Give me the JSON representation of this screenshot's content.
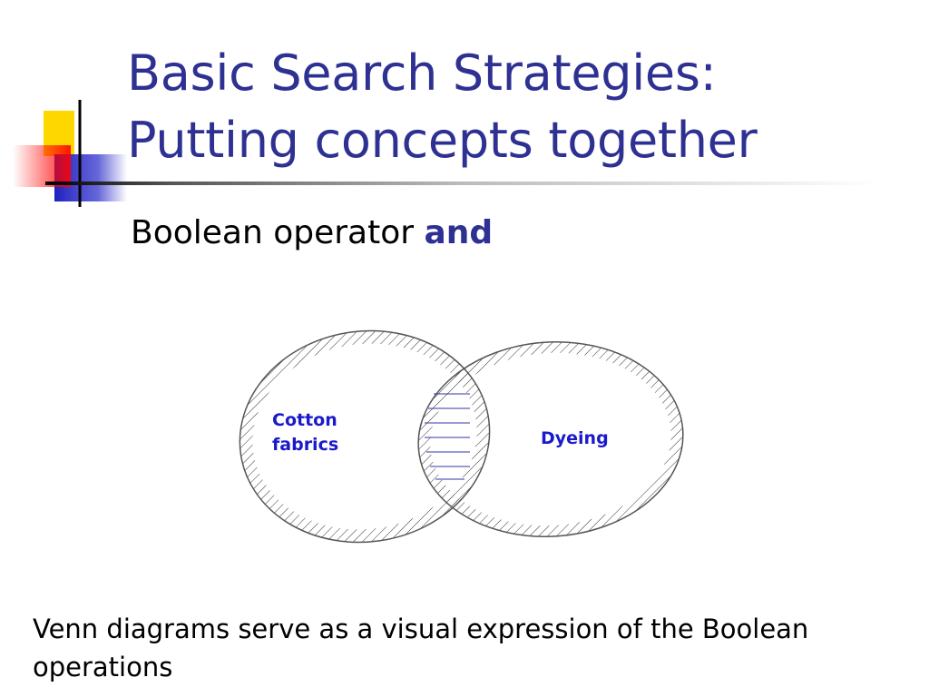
{
  "slide": {
    "title_line1": "Basic Search Strategies:",
    "title_line2": "Putting concepts together",
    "subtitle_text": "Boolean operator ",
    "subtitle_keyword": "and",
    "caption": "Venn diagrams serve as a visual expression of the Boolean operations"
  },
  "venn": {
    "set_a_label_line1": "Cotton",
    "set_a_label_line2": "fabrics",
    "set_b_label": "Dyeing",
    "intersection_operator": "and"
  },
  "colors": {
    "title": "#2e3192",
    "label": "#1a1acc",
    "hatch": "#333333",
    "intersection_hatch": "#3333aa"
  }
}
